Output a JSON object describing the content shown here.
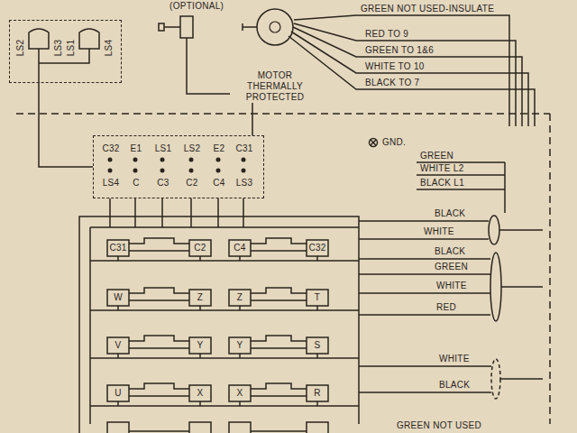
{
  "diagram": {
    "nodes": [
      {
        "text": [
          "LS2",
          "LS3",
          "LS1",
          "LS4"
        ]
      },
      {
        "text": [
          "MOTOR THERMALLY PROTECTED"
        ]
      },
      {
        "text": [
          "C32",
          "E1",
          "LS1",
          "LS2",
          "E2",
          "C31",
          "LS4",
          "C",
          "C3",
          "C2",
          "C4",
          "LS3"
        ]
      }
    ],
    "edges": [
      {
        "from": 0,
        "to": 2,
        "arrow": "none"
      },
      {
        "from": 1,
        "to": 2,
        "arrow": "none"
      }
    ],
    "labels": [
      "(OPTIONAL)",
      "GREEN NOT USED-INSULATE",
      "RED TO 9",
      "GREEN TO 1&6",
      "WHITE TO 10",
      "BLACK TO 7",
      "GND.",
      "GREEN",
      "WHITE L2",
      "BLACK L1",
      "C31",
      "C2",
      "C4",
      "C32",
      "W",
      "Z",
      "Z",
      "T",
      "V",
      "Y",
      "Y",
      "S",
      "U",
      "X",
      "X",
      "R",
      "BLACK",
      "WHITE",
      "BLACK",
      "GREEN",
      "WHITE",
      "RED",
      "WHITE",
      "BLACK",
      "GREEN NOT USED"
    ]
  }
}
